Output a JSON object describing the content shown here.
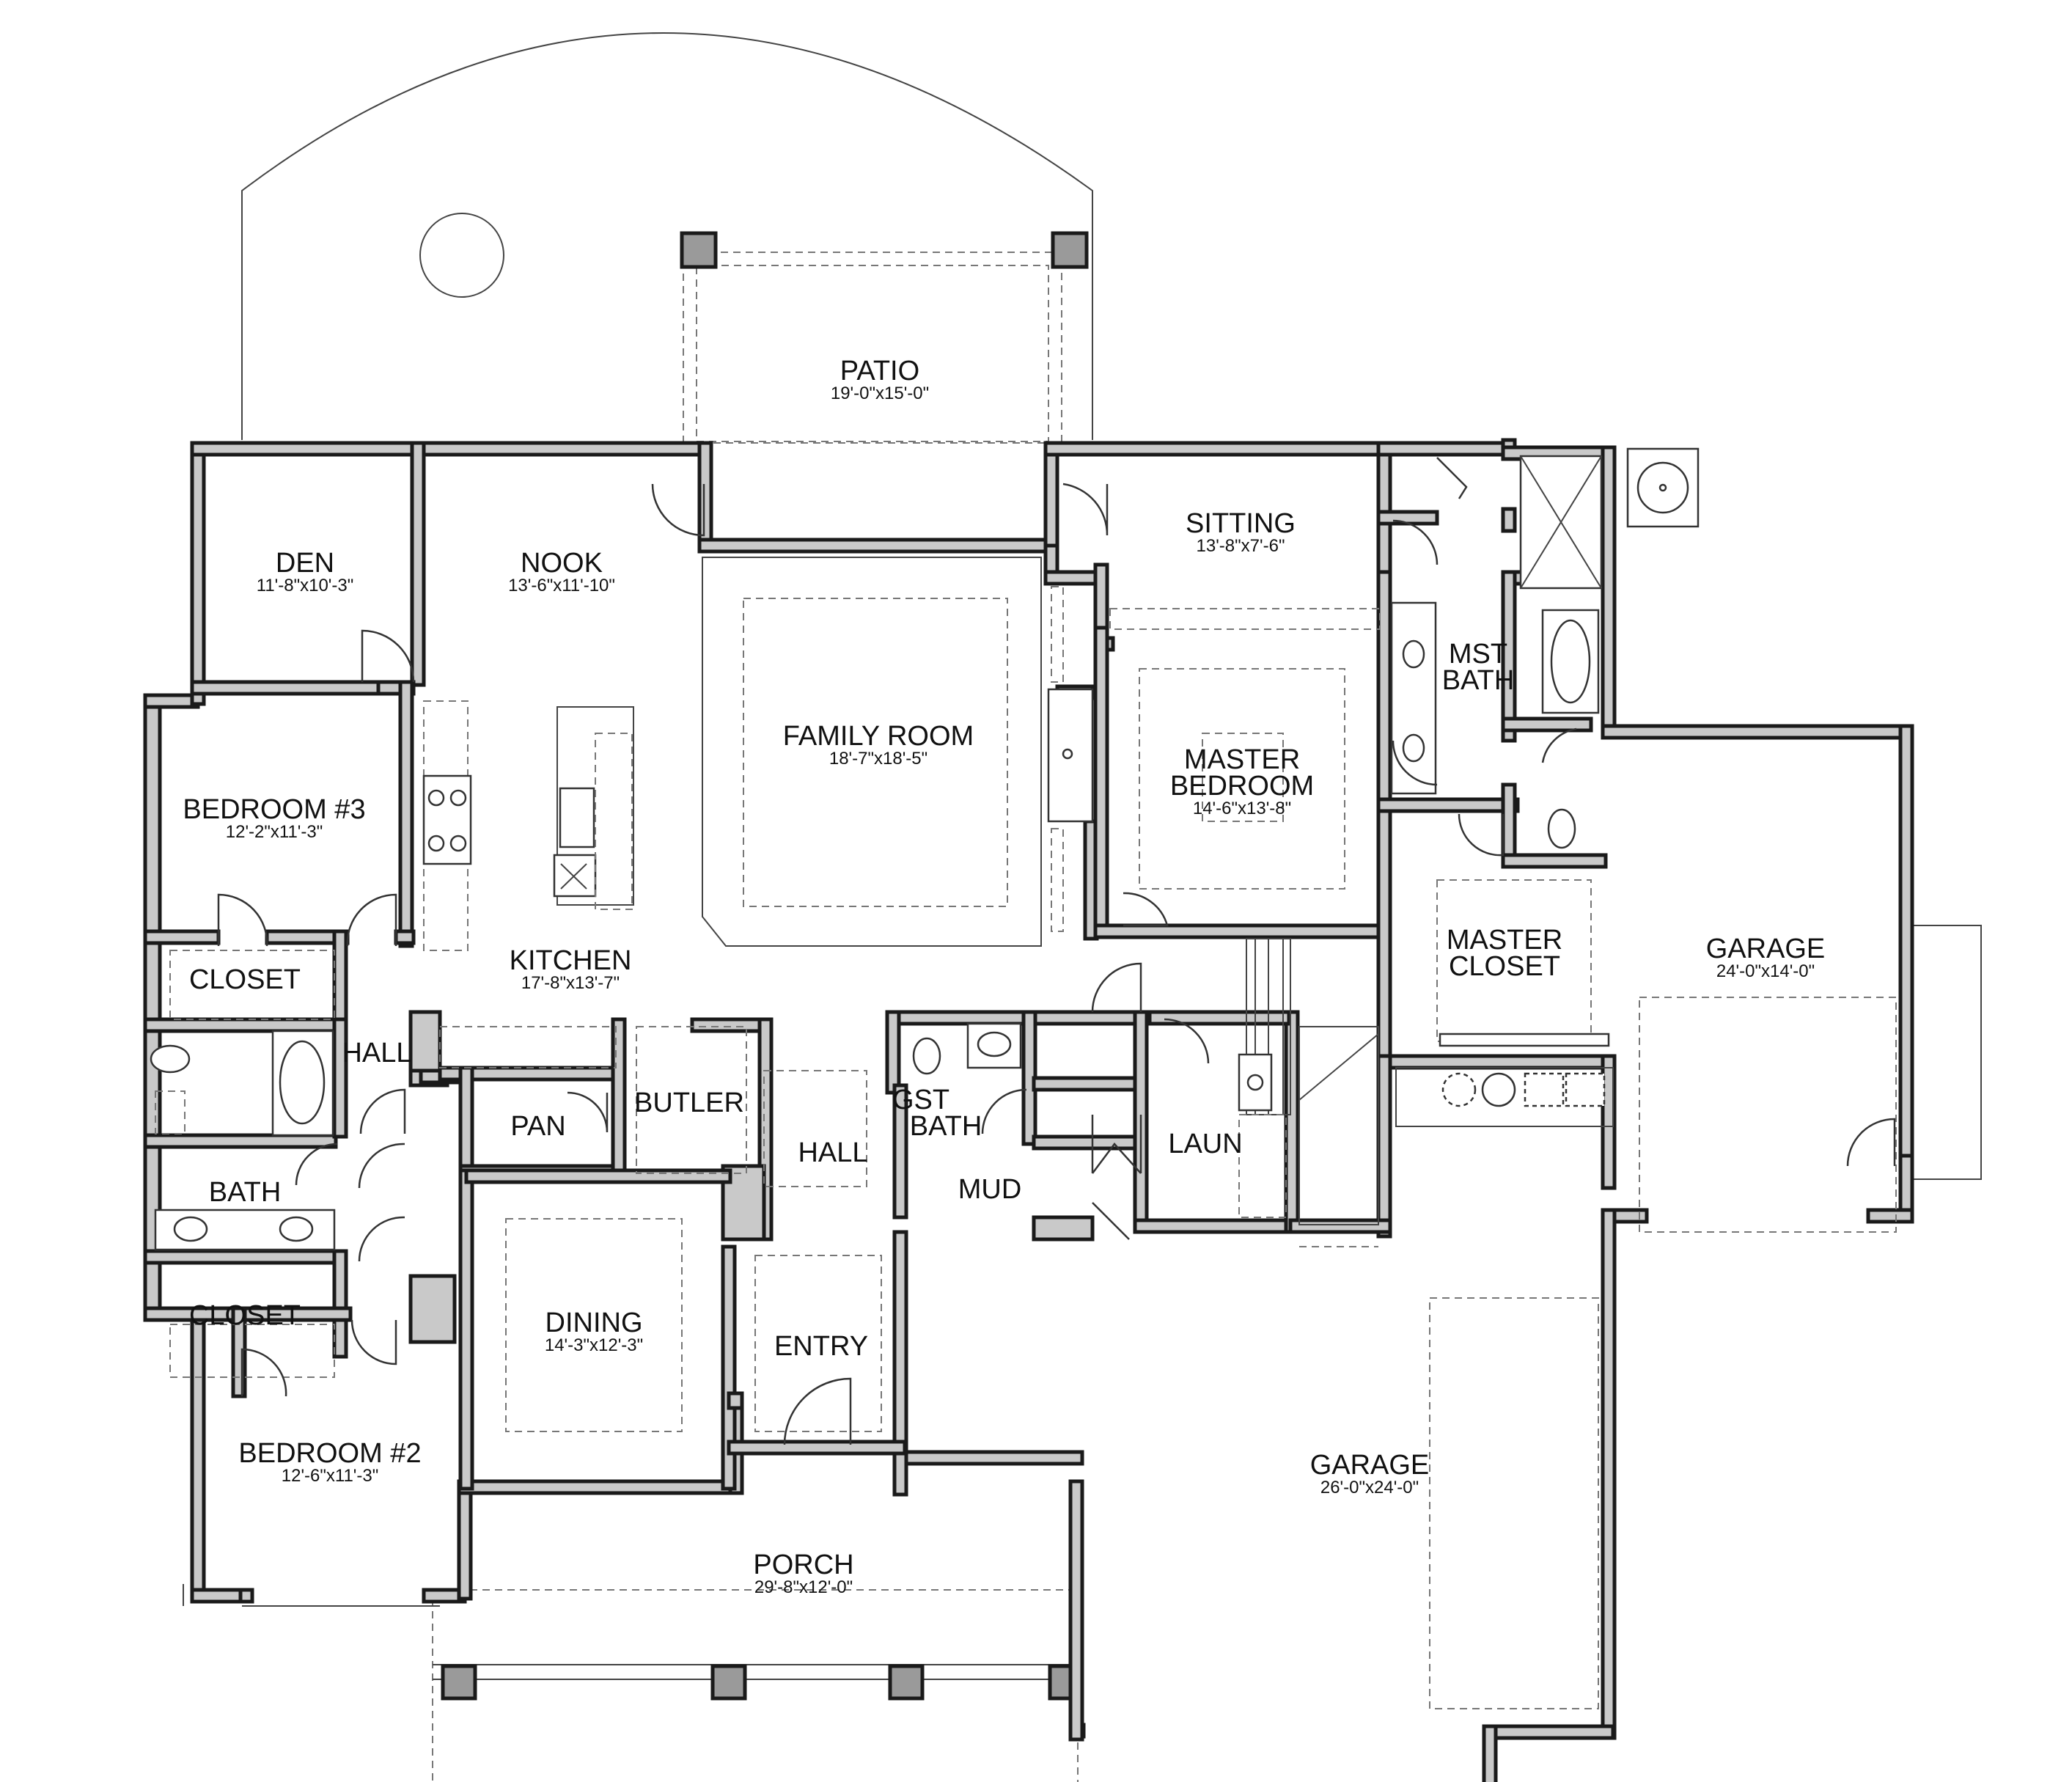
{
  "rooms": {
    "patio": {
      "name": "PATIO",
      "dims": "19'-0\"x15'-0\""
    },
    "den": {
      "name": "DEN",
      "dims": "11'-8\"x10'-3\""
    },
    "nook": {
      "name": "NOOK",
      "dims": "13'-6\"x11'-10\""
    },
    "sitting": {
      "name": "SITTING",
      "dims": "13'-8\"x7'-6\""
    },
    "mst_bath": {
      "line1": "MST",
      "line2": "BATH"
    },
    "family_room": {
      "name": "FAMILY ROOM",
      "dims": "18'-7\"x18'-5\""
    },
    "master_bedroom": {
      "line1": "MASTER",
      "line2": "BEDROOM",
      "dims": "14'-6\"x13'-8\""
    },
    "bedroom3": {
      "name": "BEDROOM #3",
      "dims": "12'-2\"x11'-3\""
    },
    "kitchen": {
      "name": "KITCHEN",
      "dims": "17'-8\"x13'-7\""
    },
    "master_closet": {
      "line1": "MASTER",
      "line2": "CLOSET"
    },
    "garage_small": {
      "name": "GARAGE",
      "dims": "24'-0\"x14'-0\""
    },
    "closet_upper": {
      "name": "CLOSET"
    },
    "hall_left": {
      "name": "HALL"
    },
    "pan": {
      "name": "PAN"
    },
    "butler": {
      "name": "BUTLER"
    },
    "gst_bath": {
      "line1": "GST",
      "line2": "BATH"
    },
    "hall_center": {
      "name": "HALL"
    },
    "laun": {
      "name": "LAUN"
    },
    "mud": {
      "name": "MUD"
    },
    "bath": {
      "name": "BATH"
    },
    "closet_lower": {
      "name": "CLOSET"
    },
    "dining": {
      "name": "DINING",
      "dims": "14'-3\"x12'-3\""
    },
    "entry": {
      "name": "ENTRY"
    },
    "bedroom2": {
      "name": "BEDROOM #2",
      "dims": "12'-6\"x11'-3\""
    },
    "garage_large": {
      "name": "GARAGE",
      "dims": "26'-0\"x24'-0\""
    },
    "porch": {
      "name": "PORCH",
      "dims": "29'-8\"x12'-0\""
    }
  },
  "colors": {
    "wall_fill": "#c9c9c9",
    "line": "#1a1a1a",
    "background": "#ffffff"
  }
}
